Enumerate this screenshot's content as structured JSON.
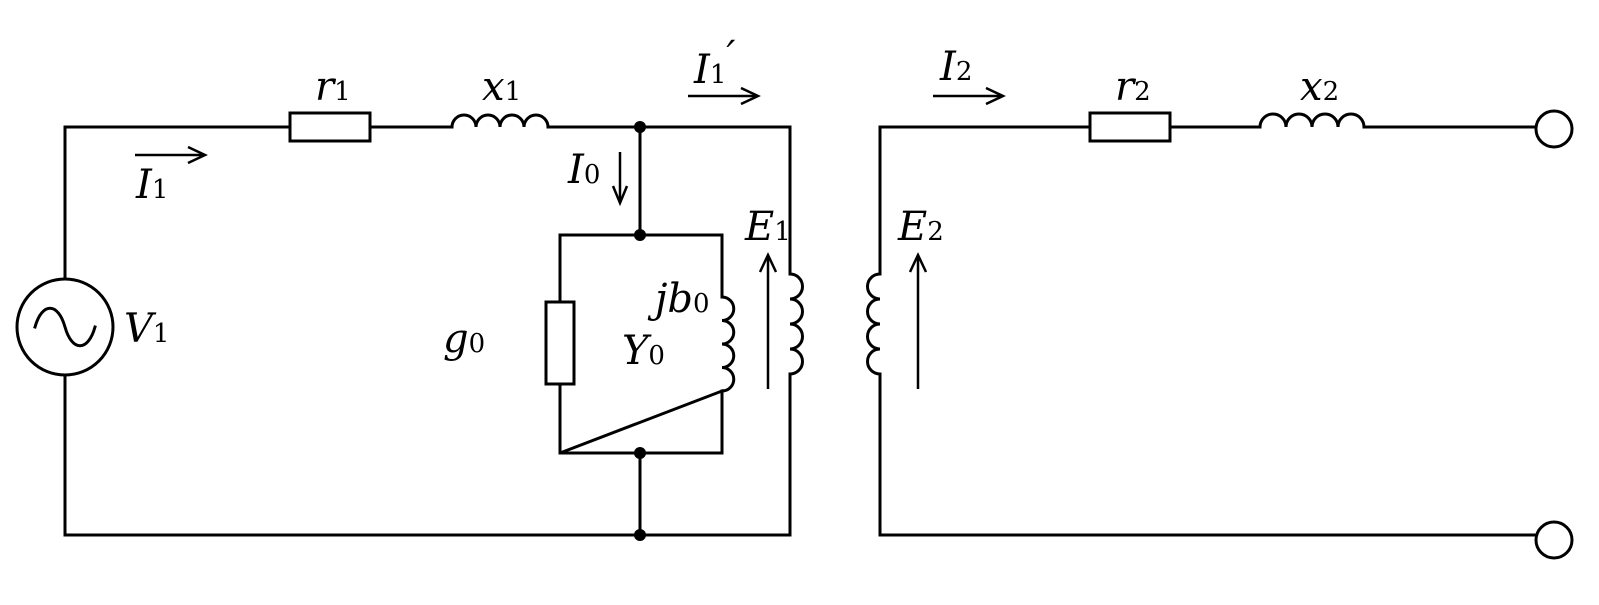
{
  "labels": {
    "r1": {
      "main": "r",
      "sub": "1"
    },
    "x1": {
      "main": "x",
      "sub": "1"
    },
    "I1p": {
      "main": "I",
      "sub": "1",
      "sup": "′"
    },
    "I1": {
      "main": "I",
      "sub": "1"
    },
    "I0": {
      "main": "I",
      "sub": "0"
    },
    "E1": {
      "main": "E",
      "sub": "1"
    },
    "jb0": {
      "main": "jb",
      "sub": "0"
    },
    "g0": {
      "main": "g",
      "sub": "0"
    },
    "Y0": {
      "main": "Y",
      "sub": "0"
    },
    "V1": {
      "main": "V",
      "sub": "1"
    },
    "I2": {
      "main": "I",
      "sub": "2"
    },
    "r2": {
      "main": "r",
      "sub": "2"
    },
    "x2": {
      "main": "x",
      "sub": "2"
    },
    "E2": {
      "main": "E",
      "sub": "2"
    }
  },
  "colors": {
    "line": "#000000",
    "background": "#ffffff"
  }
}
